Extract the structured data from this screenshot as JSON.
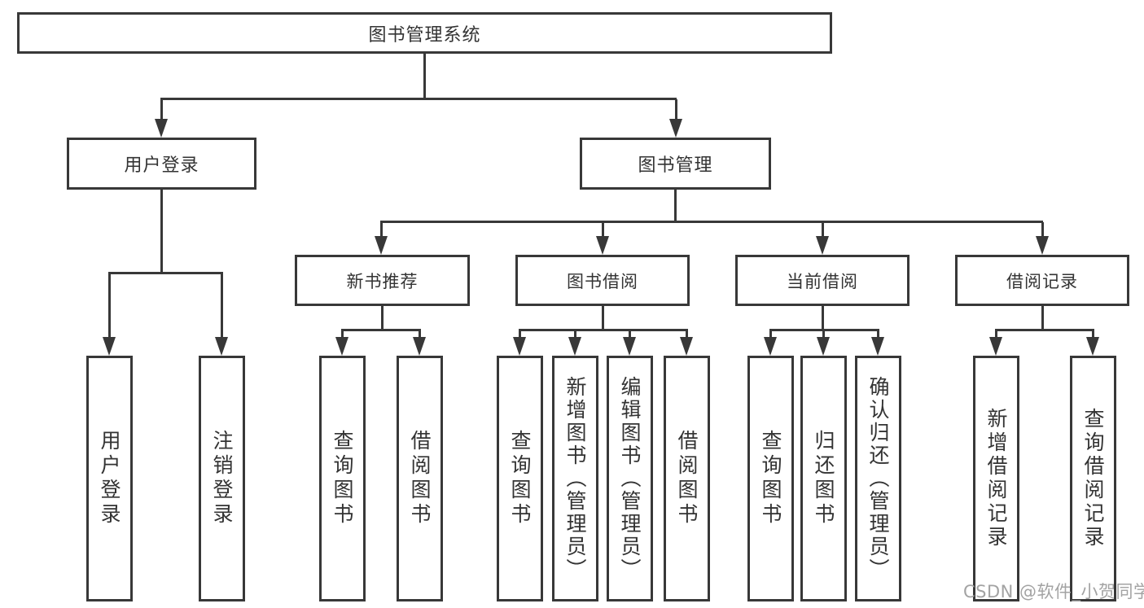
{
  "nodes": {
    "root": "图书管理系统",
    "user_login": "用户登录",
    "book_mgmt": "图书管理",
    "new_books": "新书推荐",
    "book_borrow": "图书借阅",
    "current_borrow": "当前借阅",
    "borrow_records": "借阅记录"
  },
  "leaves": {
    "user_login": [
      "用户登录",
      "注销登录"
    ],
    "new_books": [
      "查询图书",
      "借阅图书"
    ],
    "book_borrow": [
      "查询图书",
      "新增图书（管理员）",
      "编辑图书（管理员）",
      "借阅图书"
    ],
    "current_borrow": [
      "查询图书",
      "归还图书",
      "确认归还（管理员）"
    ],
    "borrow_records": [
      "新增借阅记录",
      "查询借阅记录"
    ]
  },
  "watermark": "CSDN @软件_小贺同学",
  "colors": {
    "line": "#383838",
    "text": "#333333",
    "watermark": "#a3a3a3"
  }
}
